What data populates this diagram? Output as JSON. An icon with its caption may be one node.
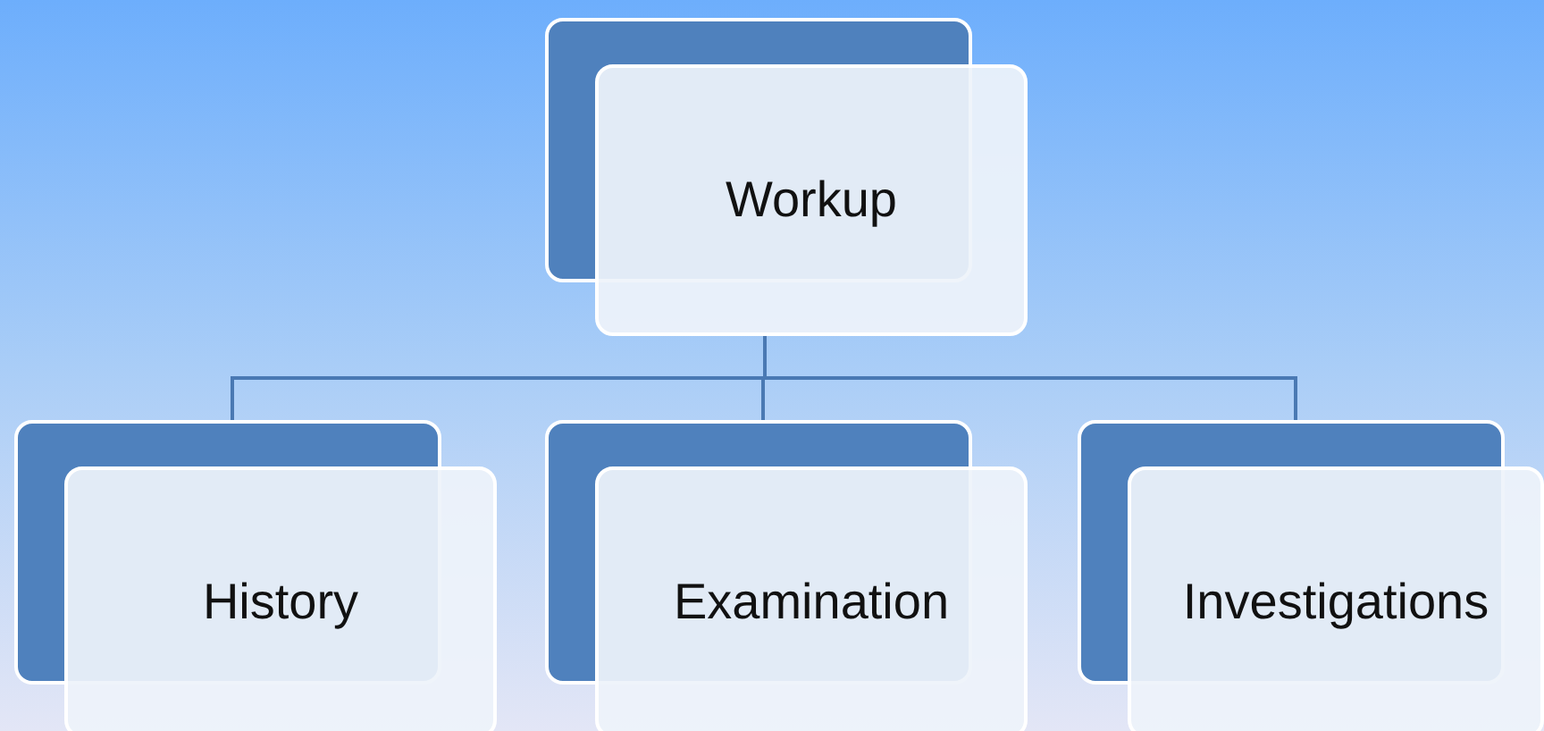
{
  "diagram": {
    "nodes": [
      {
        "text": [
          "Workup"
        ]
      },
      {
        "text": [
          "History"
        ]
      },
      {
        "text": [
          "Examination"
        ]
      },
      {
        "text": [
          "Investigations"
        ]
      }
    ],
    "edges": [
      {
        "from": 0,
        "to": 1,
        "arrow": "none"
      },
      {
        "from": 0,
        "to": 2,
        "arrow": "none"
      },
      {
        "from": 0,
        "to": 3,
        "arrow": "none"
      }
    ]
  }
}
